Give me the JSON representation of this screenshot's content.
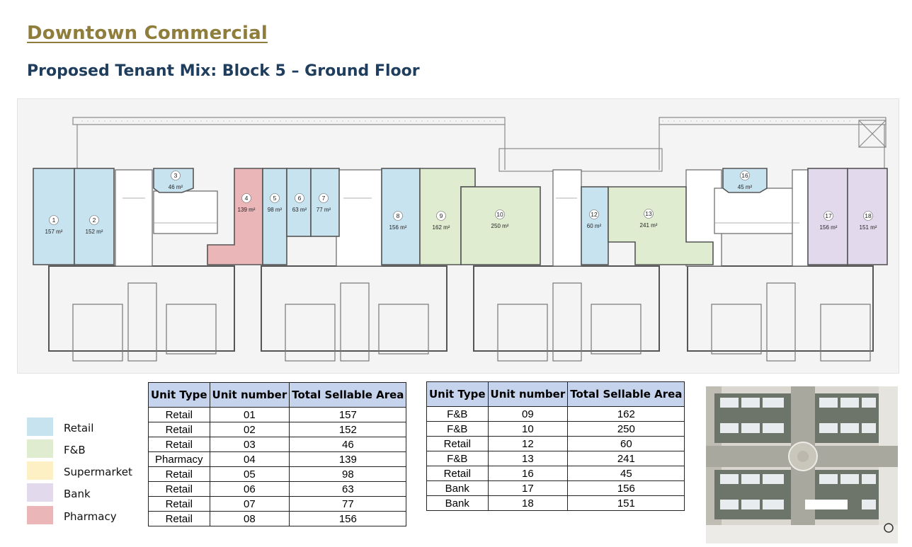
{
  "header": {
    "title": "Downtown Commercial",
    "subtitle": "Proposed Tenant Mix: Block 5 – Ground Floor"
  },
  "colors": {
    "retail": "#c8e3f0",
    "fnb": "#dfeccf",
    "supermarket": "#fdf0c4",
    "bank": "#e3d9ec",
    "pharmacy": "#eab6b8",
    "title": "#8f7d3c",
    "subtitle": "#1f3d5c",
    "table_header": "#c5d3ec"
  },
  "units": [
    {
      "id": "1",
      "area": "157 m²",
      "type": "retail"
    },
    {
      "id": "2",
      "area": "152 m²",
      "type": "retail"
    },
    {
      "id": "3",
      "area": "46 m²",
      "type": "retail"
    },
    {
      "id": "4",
      "area": "139 m²",
      "type": "pharmacy"
    },
    {
      "id": "5",
      "area": "98 m²",
      "type": "retail"
    },
    {
      "id": "6",
      "area": "63 m²",
      "type": "retail"
    },
    {
      "id": "7",
      "area": "77 m²",
      "type": "retail"
    },
    {
      "id": "8",
      "area": "156 m²",
      "type": "retail"
    },
    {
      "id": "9",
      "area": "162 m²",
      "type": "fnb"
    },
    {
      "id": "10",
      "area": "250 m²",
      "type": "fnb"
    },
    {
      "id": "12",
      "area": "60 m²",
      "type": "retail"
    },
    {
      "id": "13",
      "area": "241 m²",
      "type": "fnb"
    },
    {
      "id": "16",
      "area": "45 m²",
      "type": "retail"
    },
    {
      "id": "17",
      "area": "156 m²",
      "type": "bank"
    },
    {
      "id": "18",
      "area": "151 m²",
      "type": "bank"
    }
  ],
  "legend": [
    {
      "label": "Retail",
      "color": "#c8e3f0"
    },
    {
      "label": "F&B",
      "color": "#dfeccf"
    },
    {
      "label": "Supermarket",
      "color": "#fdf0c4"
    },
    {
      "label": "Bank",
      "color": "#e3d9ec"
    },
    {
      "label": "Pharmacy",
      "color": "#eab6b8"
    }
  ],
  "table_headers": [
    "Unit Type",
    "Unit number",
    "Total Sellable Area"
  ],
  "table1": [
    [
      "Retail",
      "01",
      "157"
    ],
    [
      "Retail",
      "02",
      "152"
    ],
    [
      "Retail",
      "03",
      "46"
    ],
    [
      "Pharmacy",
      "04",
      "139"
    ],
    [
      "Retail",
      "05",
      "98"
    ],
    [
      "Retail",
      "06",
      "63"
    ],
    [
      "Retail",
      "07",
      "77"
    ],
    [
      "Retail",
      "08",
      "156"
    ]
  ],
  "table2": [
    [
      "F&B",
      "09",
      "162"
    ],
    [
      "F&B",
      "10",
      "250"
    ],
    [
      "Retail",
      "12",
      "60"
    ],
    [
      "F&B",
      "13",
      "241"
    ],
    [
      "Retail",
      "16",
      "45"
    ],
    [
      "Bank",
      "17",
      "156"
    ],
    [
      "Bank",
      "18",
      "151"
    ]
  ]
}
